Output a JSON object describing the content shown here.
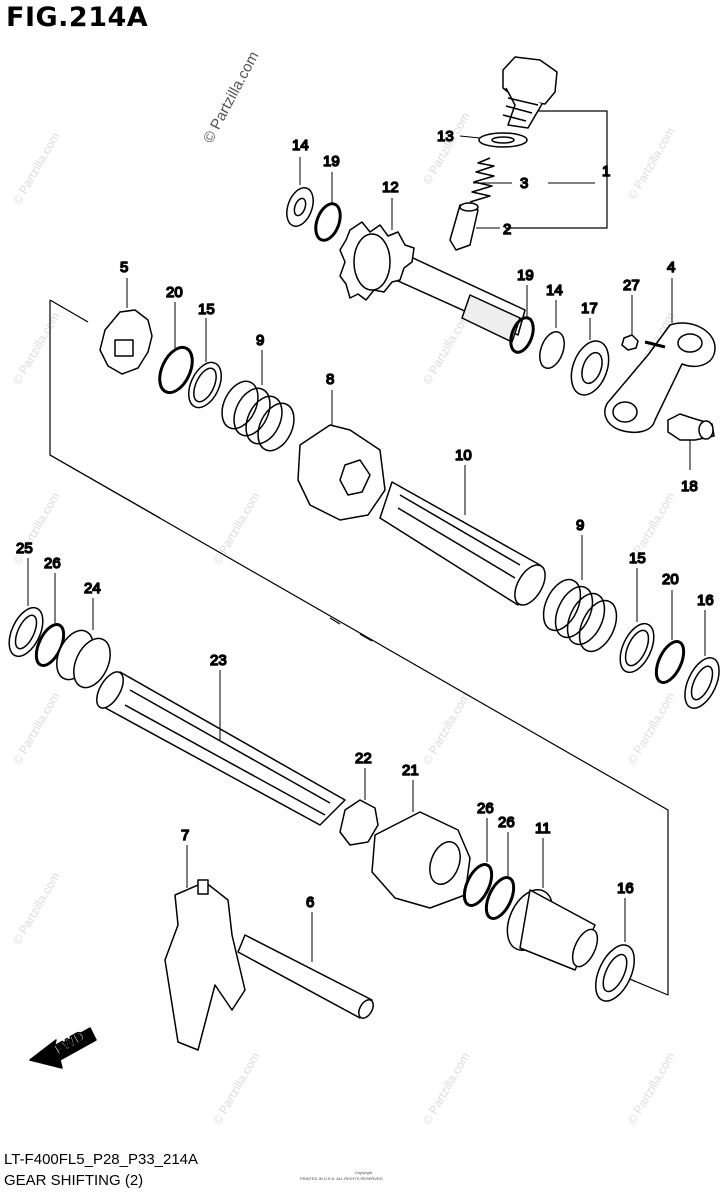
{
  "figure_title": "FIG.214A",
  "copyright": "© Partzilla.com",
  "watermark": "© Partzilla.com",
  "model_code": "LT-F400FL5_P28_P33_214A",
  "section_title": "GEAR SHIFTING (2)",
  "fine_print_1": "Copyright",
  "fine_print_2": "PRINTED IN U.S.A. ALL RIGHTS RESERVED",
  "direction_label": "FWD",
  "callouts": [
    "1",
    "2",
    "3",
    "4",
    "5",
    "6",
    "7",
    "8",
    "9",
    "9",
    "10",
    "11",
    "12",
    "13",
    "14",
    "14",
    "15",
    "15",
    "16",
    "16",
    "17",
    "18",
    "19",
    "19",
    "20",
    "20",
    "21",
    "22",
    "23",
    "24",
    "25",
    "26",
    "26",
    "26",
    "27"
  ]
}
